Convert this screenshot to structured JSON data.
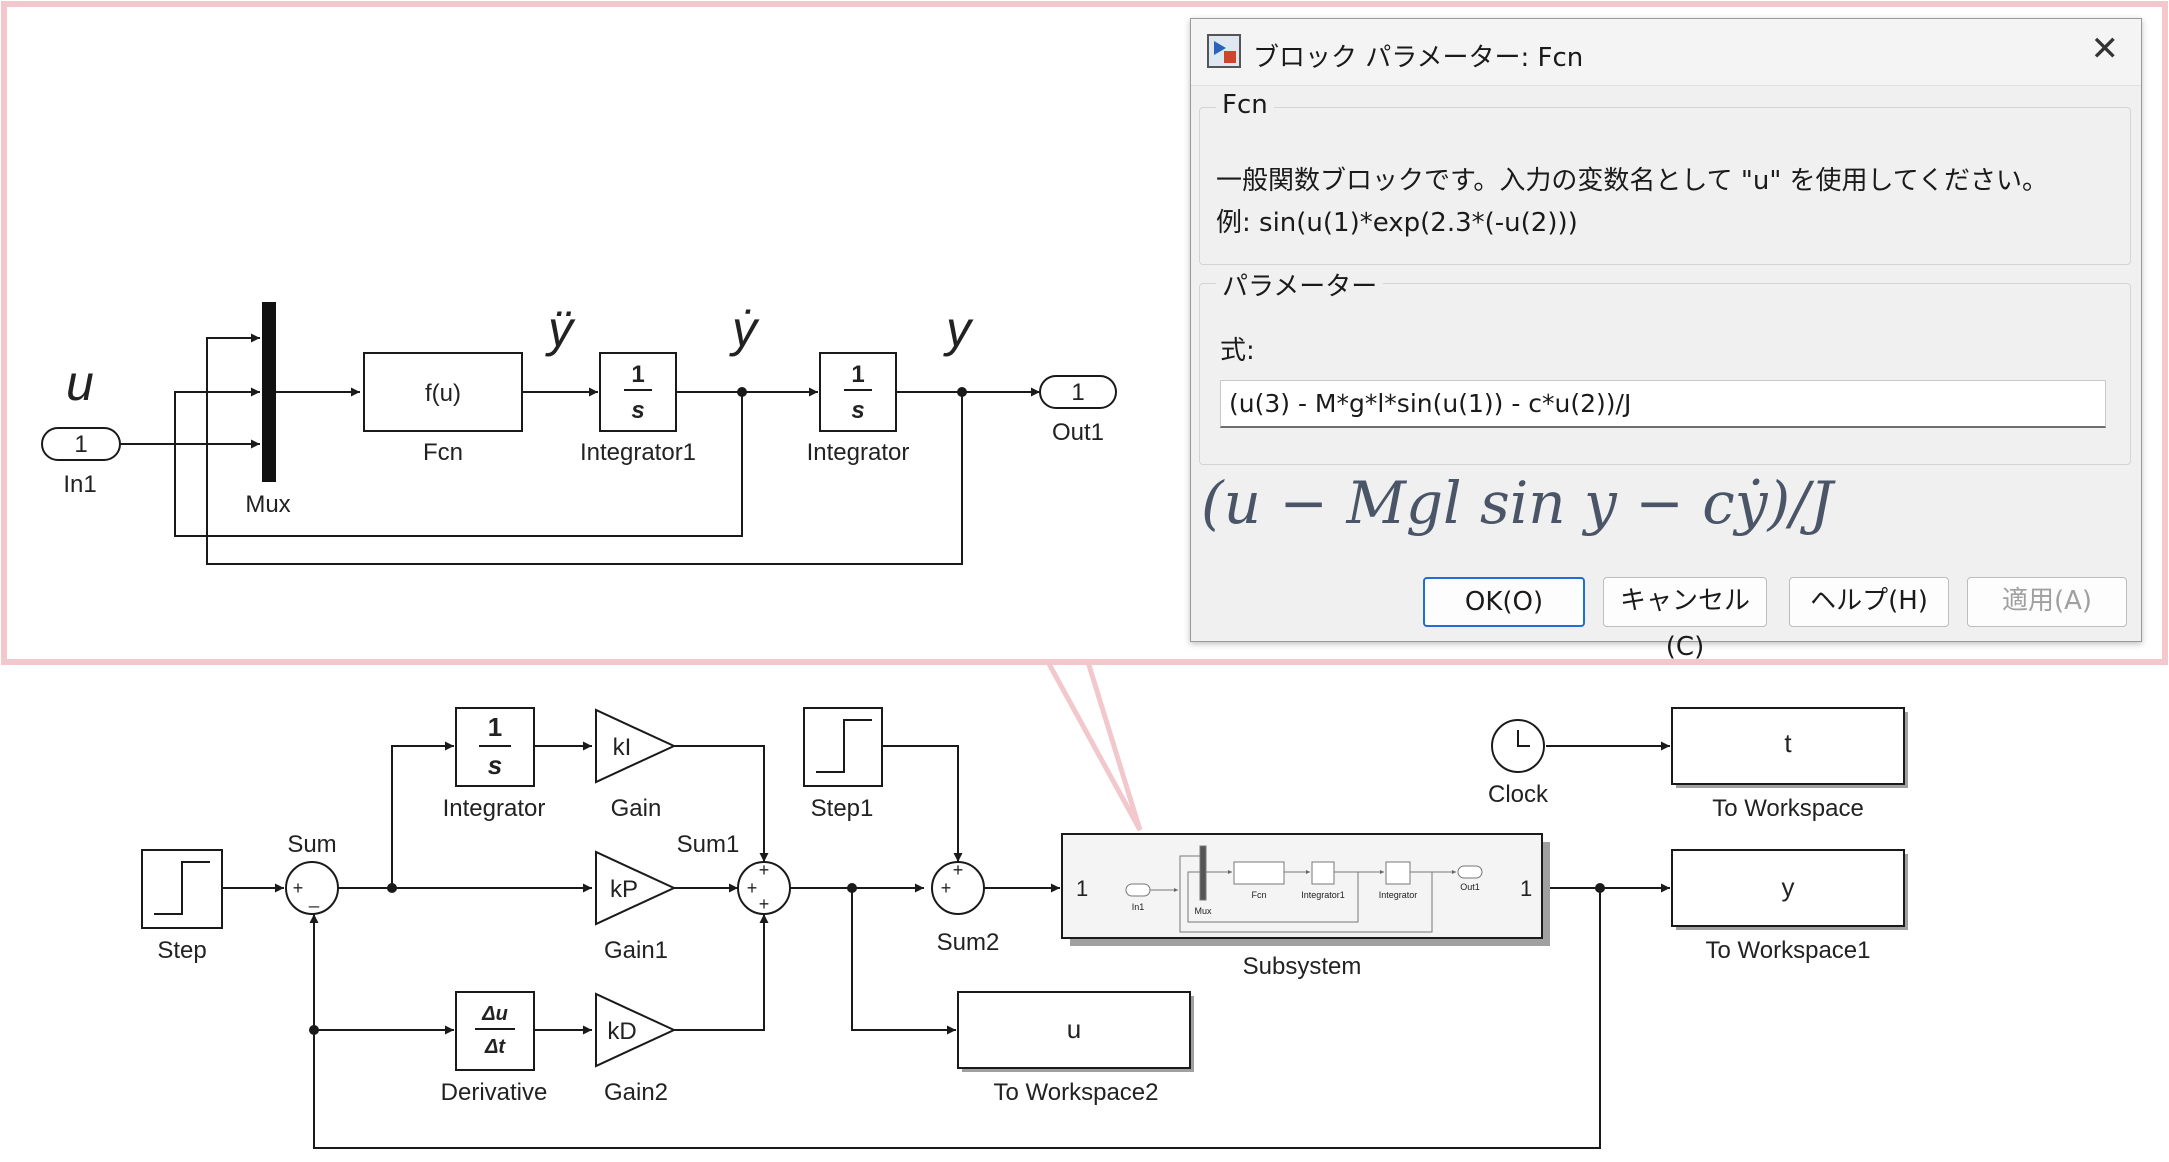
{
  "subsystem_view": {
    "signals": {
      "u": "u",
      "yddot": "ÿ",
      "ydot": "ẏ",
      "y": "y"
    },
    "in1": {
      "port": "1",
      "label": "In1"
    },
    "mux": {
      "label": "Mux"
    },
    "fcn": {
      "text": "f(u)",
      "label": "Fcn"
    },
    "integrator1": {
      "num": "1",
      "den": "s",
      "label": "Integrator1"
    },
    "integrator": {
      "num": "1",
      "den": "s",
      "label": "Integrator"
    },
    "out1": {
      "port": "1",
      "label": "Out1"
    }
  },
  "dialog": {
    "title": "ブロック パラメーター: Fcn",
    "block_group": "Fcn",
    "description_line1": "一般関数ブロックです。入力の変数名として \"u\" を使用してください。",
    "description_line2": "例: sin(u(1)*exp(2.3*(-u(2)))",
    "params_group": "パラメーター",
    "expression_label": "式:",
    "expression_value": "(u(3) - M*g*l*sin(u(1)) - c*u(2))/J",
    "math_expression": "(u − Mgl sin y − cẏ)/J",
    "buttons": {
      "ok": "OK(O)",
      "cancel": "キャンセル(C)",
      "help": "ヘルプ(H)",
      "apply": "適用(A)"
    }
  },
  "main_model": {
    "step": {
      "label": "Step"
    },
    "sum": {
      "label": "Sum",
      "signs": [
        "+",
        "_"
      ]
    },
    "integrator": {
      "num": "1",
      "den": "s",
      "label": "Integrator"
    },
    "gain": {
      "value": "kI",
      "label": "Gain"
    },
    "gain1": {
      "value": "kP",
      "label": "Gain1"
    },
    "derivative": {
      "num": "Δu",
      "den": "Δt",
      "label": "Derivative"
    },
    "gain2": {
      "value": "kD",
      "label": "Gain2"
    },
    "sum1": {
      "label": "Sum1",
      "signs": [
        "+",
        "+",
        "+"
      ]
    },
    "step1": {
      "label": "Step1"
    },
    "sum2": {
      "label": "Sum2",
      "signs": [
        "+",
        "+"
      ]
    },
    "subsystem": {
      "label": "Subsystem",
      "in_port": "1",
      "out_port": "1",
      "thumb": {
        "in1": "In1",
        "mux": "Mux",
        "fcn": "Fcn",
        "integrator1": "Integrator1",
        "integrator": "Integrator",
        "out1": "Out1"
      }
    },
    "to_workspace2": {
      "value": "u",
      "label": "To Workspace2"
    },
    "clock": {
      "label": "Clock"
    },
    "to_workspace": {
      "value": "t",
      "label": "To Workspace"
    },
    "to_workspace1": {
      "value": "y",
      "label": "To Workspace1"
    }
  },
  "colors": {
    "callout_border": "#f2c8cc",
    "accent_blue": "#1f6fd0",
    "math_text": "#4a5568"
  }
}
